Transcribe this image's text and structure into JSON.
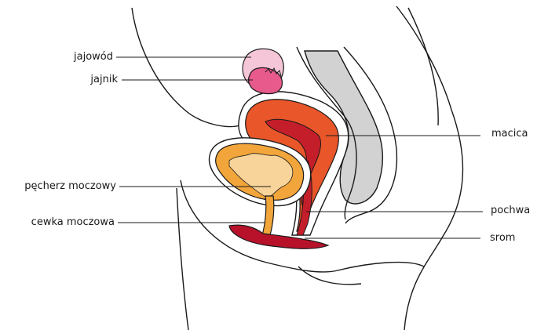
{
  "labels": {
    "fallopian_tube": "jajowód",
    "ovary": "jajnik",
    "bladder": "pęcherz moczowy",
    "urethra": "cewka moczowa",
    "uterus": "macica",
    "vagina": "pochwa",
    "vulva": "srom"
  },
  "colors": {
    "outline": "#1a1a1a",
    "uterus": "#e8562a",
    "uterus_inner": "#c41e2a",
    "bladder": "#f2a53a",
    "bladder_inner": "#f8d49a",
    "ovary": "#e85a8c",
    "tube": "#f5c6d8",
    "rectum": "#d2d2d2",
    "vulva": "#b8112a"
  }
}
